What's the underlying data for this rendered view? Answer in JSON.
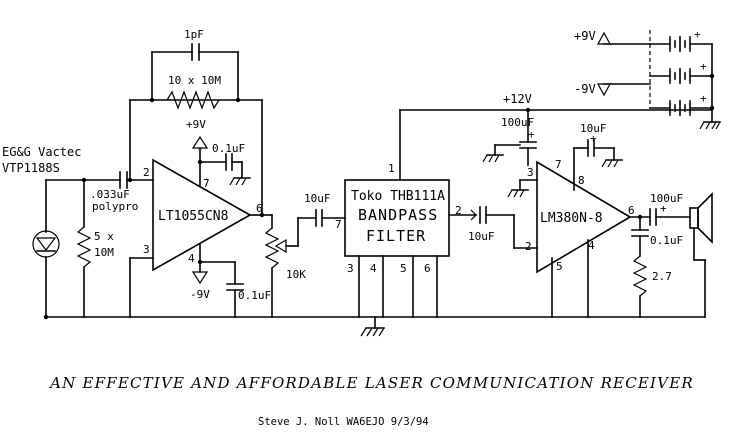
{
  "diagram": {
    "title": "AN EFFECTIVE AND AFFORDABLE LASER COMMUNICATION RECEIVER",
    "author": "Steve J. Noll WA6EJO  9/3/94",
    "photodiode": {
      "line1": "EG&G Vactec",
      "line2": "VTP1188S"
    },
    "input_cap": {
      "value": ".033uF",
      "type": "polypro"
    },
    "bias_resistor": {
      "line1": "5 x",
      "line2": "10M"
    },
    "feedback_cap": "1pF",
    "feedback_resistor": "10 x 10M",
    "opamp": {
      "name": "LT1055CN8",
      "pins": [
        "2",
        "3",
        "6",
        "7",
        "4"
      ]
    },
    "opamp_supply": {
      "pos": "+9V",
      "neg": "-9V",
      "cap_top": "0.1uF",
      "cap_bottom": "0.1uF"
    },
    "pot": "10K",
    "coupling_cap1": "10uF",
    "filter": {
      "line1": "Toko THB111A",
      "line2": "BANDPASS",
      "line3": "FILTER",
      "pins": [
        "1",
        "7",
        "2",
        "3",
        "4",
        "5",
        "6"
      ]
    },
    "supply_rail": "+12V",
    "filter_bypass_cap": "100uF",
    "coupling_cap2": "10uF",
    "amp": {
      "name": "LM380N-8",
      "pins": [
        "3",
        "7",
        "8",
        "2",
        "6",
        "4",
        "5"
      ]
    },
    "amp_cap": "10uF",
    "output_cap": "100uF",
    "zobel_cap": "0.1uF",
    "zobel_resistor": "2.7",
    "battery": {
      "pos": "+9V",
      "neg": "-9V",
      "plus": [
        "+",
        "+",
        "+"
      ]
    }
  }
}
